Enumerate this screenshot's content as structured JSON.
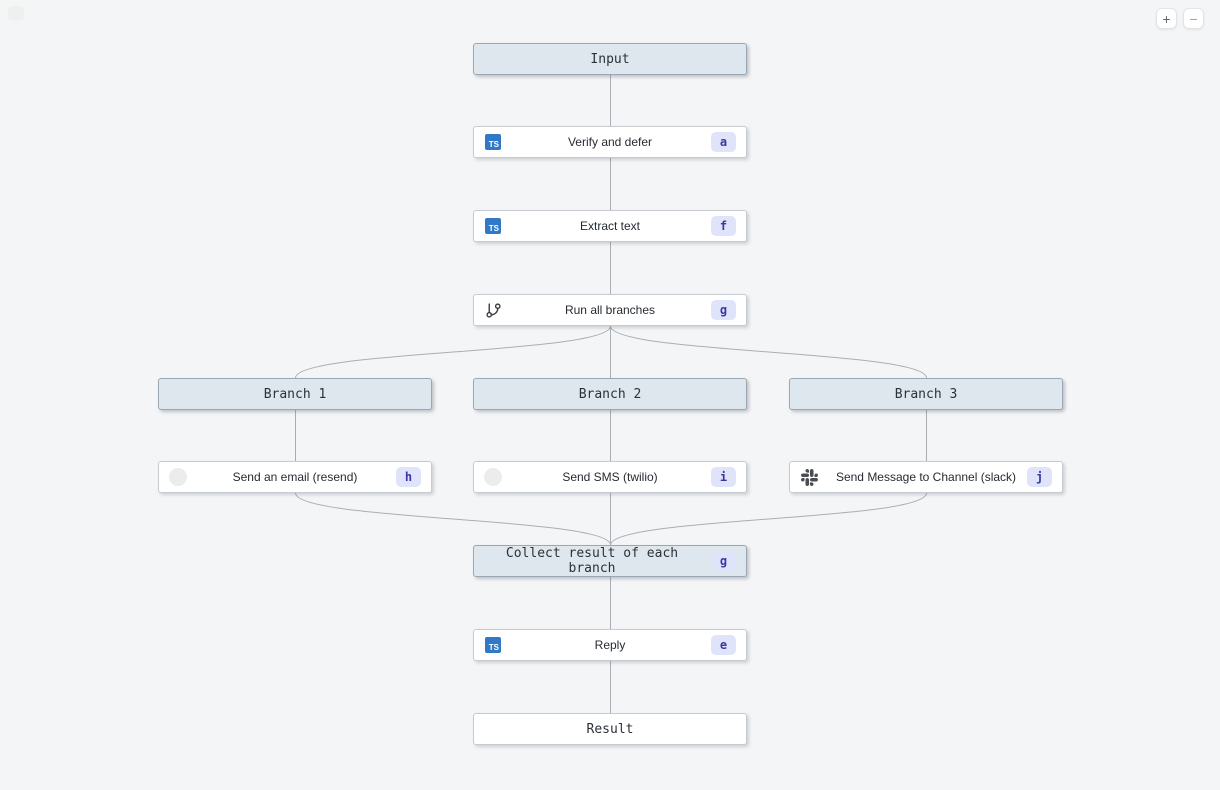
{
  "controls": {
    "zoom_in": "+",
    "zoom_out": "−"
  },
  "colors": {
    "canvas_bg": "#f4f5f6",
    "group_node_bg": "#dfe7ee",
    "group_node_border": "#9aa7b4",
    "task_node_bg": "#ffffff",
    "task_node_border": "#c6cbd1",
    "edge": "#a9aeb5",
    "badge_bg": "#e0e4fb",
    "badge_text": "#3a36a3",
    "typescript_blue": "#3178c6",
    "slack_icon_gray": "#4a4d52"
  },
  "nodes": [
    {
      "label": "Input"
    },
    {
      "label": "Verify and defer",
      "badge": "a",
      "icon": "typescript-icon",
      "icon_text": "TS"
    },
    {
      "label": "Extract text",
      "badge": "f",
      "icon": "typescript-icon",
      "icon_text": "TS"
    },
    {
      "label": "Run all branches",
      "badge": "g",
      "icon": "git-branch-icon"
    },
    {
      "label": "Branch 1"
    },
    {
      "label": "Branch 2"
    },
    {
      "label": "Branch 3"
    },
    {
      "label": "Send an email (resend)",
      "badge": "h",
      "icon": "resend-icon"
    },
    {
      "label": "Send SMS (twilio)",
      "badge": "i",
      "icon": "twilio-icon"
    },
    {
      "label": "Send Message to Channel (slack)",
      "badge": "j",
      "icon": "slack-icon"
    },
    {
      "label": "Collect result of each branch",
      "badge": "g"
    },
    {
      "label": "Reply",
      "badge": "e",
      "icon": "typescript-icon",
      "icon_text": "TS"
    },
    {
      "label": "Result"
    }
  ]
}
